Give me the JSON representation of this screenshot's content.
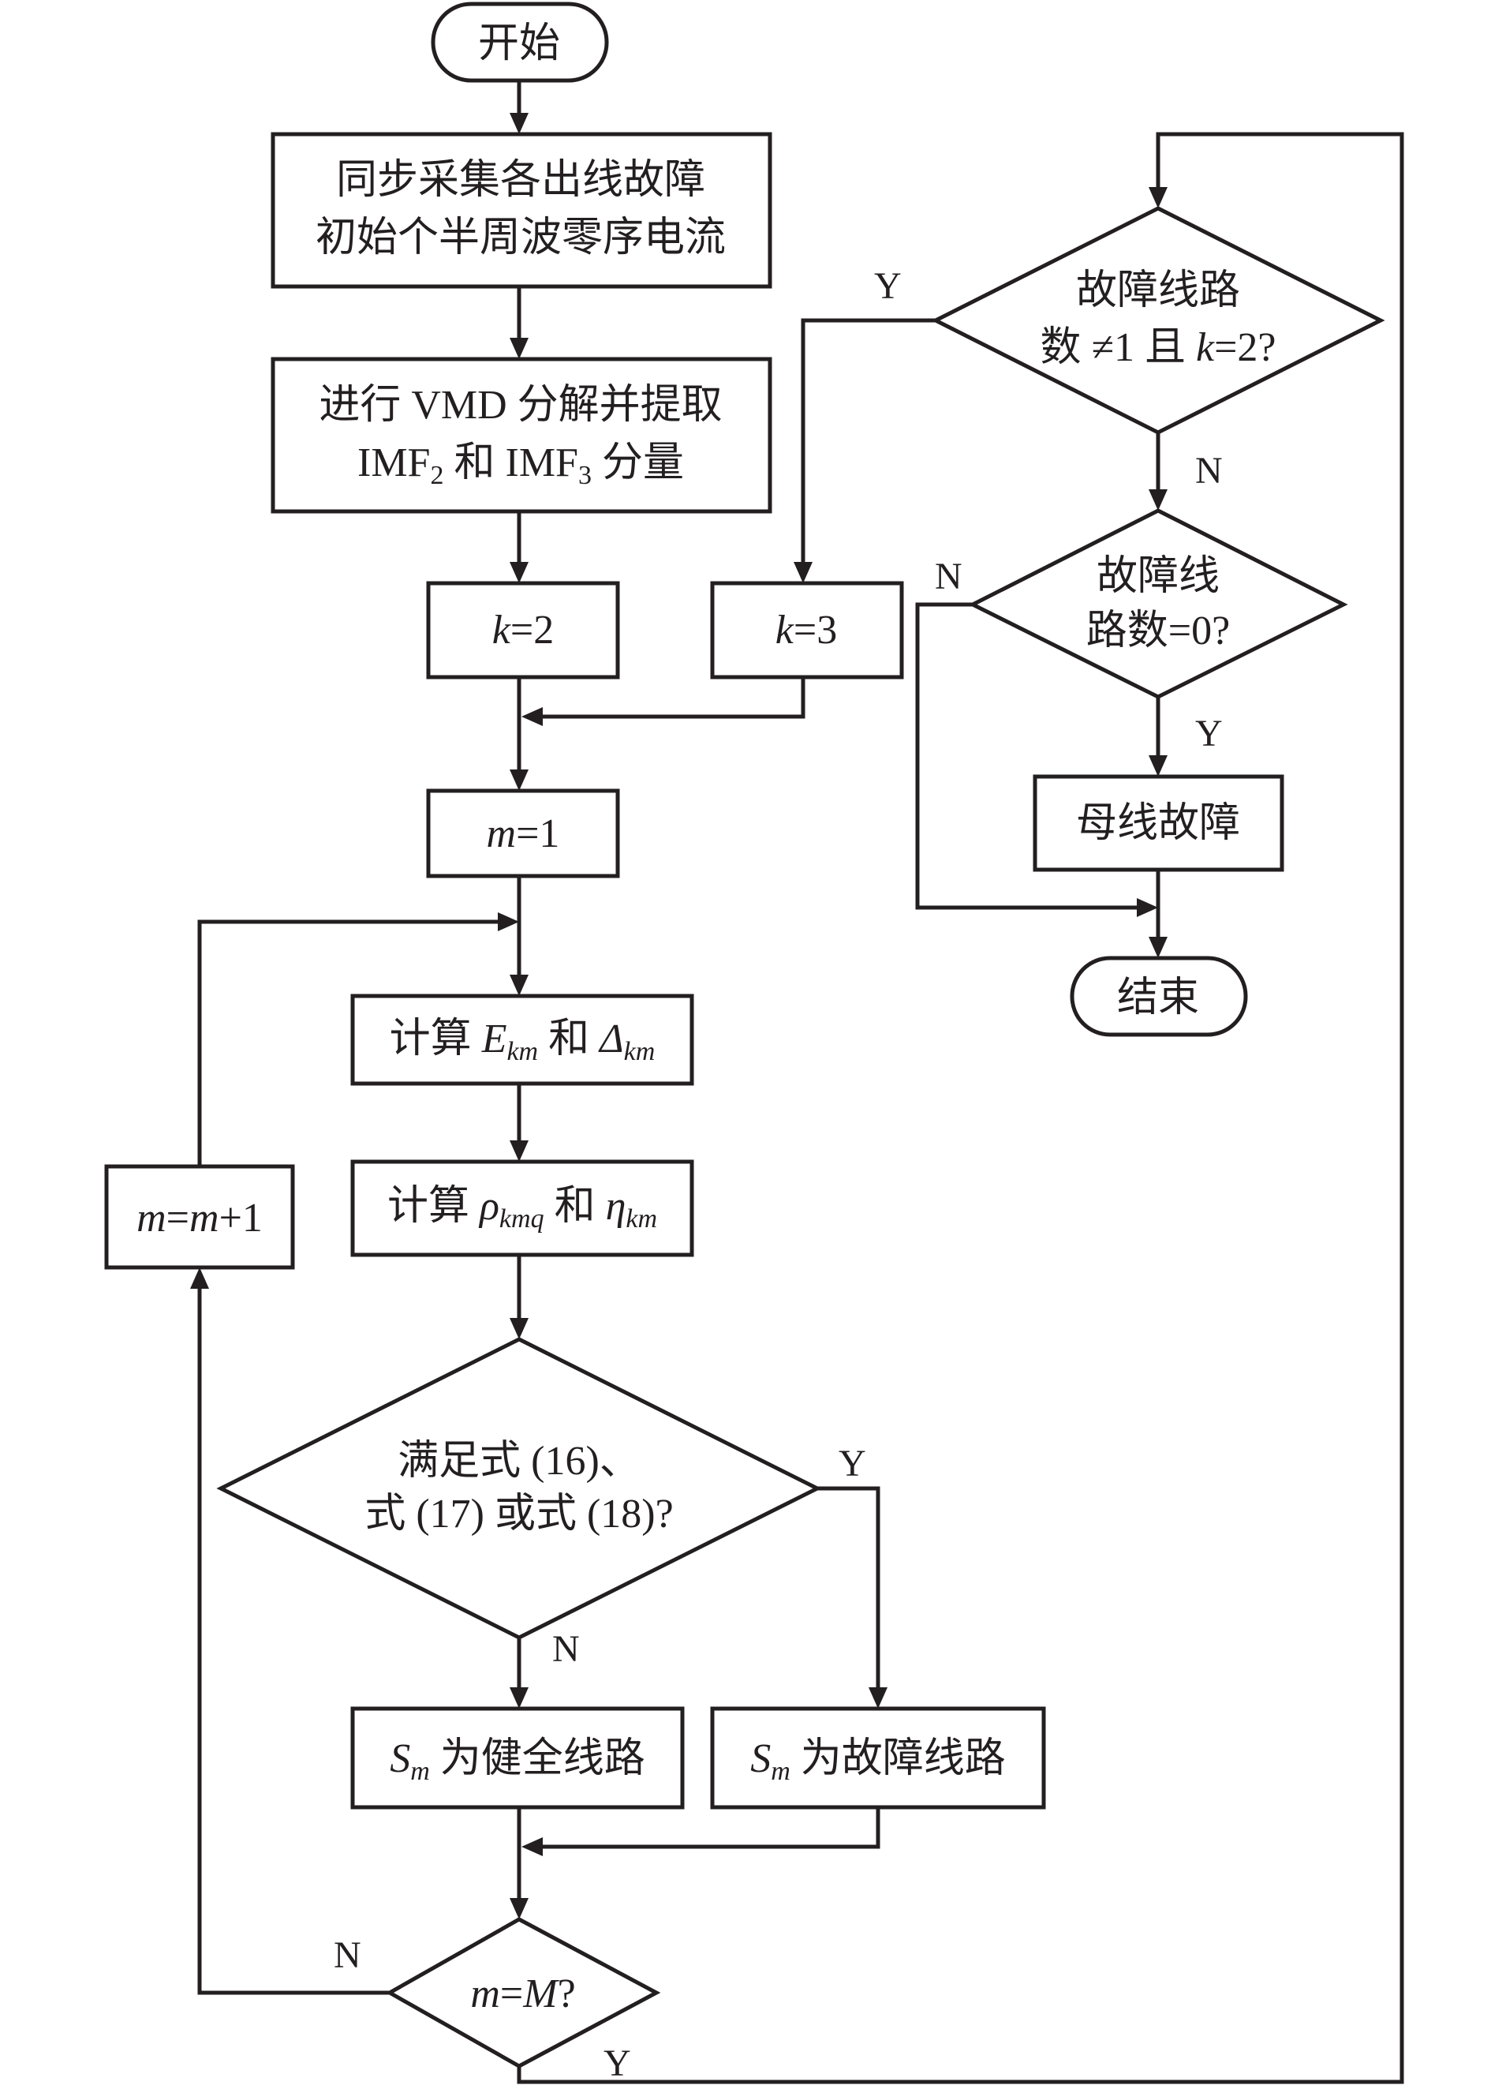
{
  "flowchart": {
    "start": "开始",
    "collect": {
      "line1": "同步采集各出线故障",
      "line2": "初始个半周波零序电流"
    },
    "vmd": {
      "line1": "进行 VMD 分解并提取",
      "imf_a": "IMF",
      "imf_a_sub": "2",
      "conj": " 和 ",
      "imf_b": "IMF",
      "imf_b_sub": "3",
      "tail": " 分量"
    },
    "k2": {
      "var": "k",
      "rest": "=2"
    },
    "k3": {
      "var": "k",
      "rest": "=3"
    },
    "m1": {
      "var": "m",
      "rest": "=1"
    },
    "calc_e": {
      "prefix": "计算 ",
      "e": "E",
      "e_sub": "km",
      "conj": " 和 ",
      "d": "Δ",
      "d_sub": "km"
    },
    "calc_rho": {
      "prefix": "计算 ",
      "rho": "ρ",
      "rho_sub": "kmq",
      "conj": " 和 ",
      "eta": "η",
      "eta_sub": "km"
    },
    "check": {
      "line1": "满足式 (16)、",
      "line2": "式 (17) 或式 (18)?"
    },
    "healthy": {
      "s": "S",
      "s_sub": "m",
      "text": " 为健全线路"
    },
    "faulty": {
      "s": "S",
      "s_sub": "m",
      "text": " 为故障线路"
    },
    "m_check": {
      "m1": "m",
      "eq": "=",
      "m2": "M",
      "q": "?"
    },
    "m_inc": {
      "m1": "m",
      "eq": "=",
      "m2": "m",
      "tail": "+1"
    },
    "fault_count": {
      "line1": "故障线路",
      "line2_a": "数 ≠1 且 ",
      "line2_k": "k",
      "line2_b": "=2?"
    },
    "fault_zero": {
      "line1": "故障线",
      "line2": "路数=0?"
    },
    "bus_fault": "母线故障",
    "end": "结束",
    "edge_labels": {
      "yes_fault_count": "Y",
      "no_fault_count": "N",
      "no_fault_zero": "N",
      "yes_fault_zero": "Y",
      "yes_check": "Y",
      "no_check": "N",
      "no_m_check": "N",
      "yes_m_check": "Y"
    }
  }
}
